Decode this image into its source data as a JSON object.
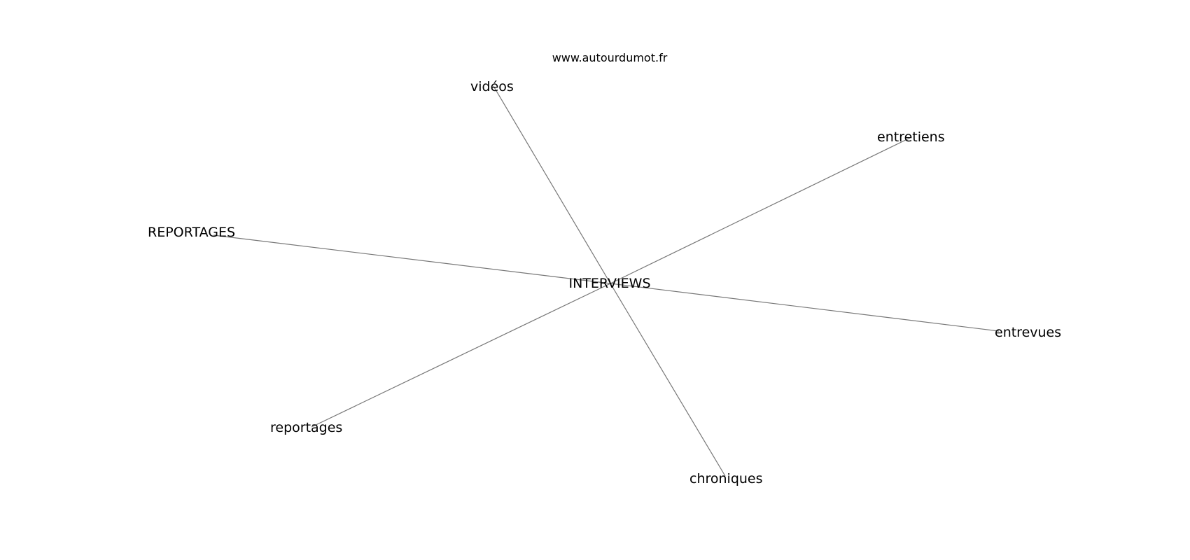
{
  "source_label": "www.autourdumot.fr",
  "center_word": "INTERVIEWS",
  "related_words": [
    "vidéos",
    "entretiens",
    "REPORTAGES",
    "entrevues",
    "reportages",
    "chroniques"
  ],
  "colors": {
    "edge": "#777777",
    "text": "#000000",
    "background": "#ffffff"
  }
}
